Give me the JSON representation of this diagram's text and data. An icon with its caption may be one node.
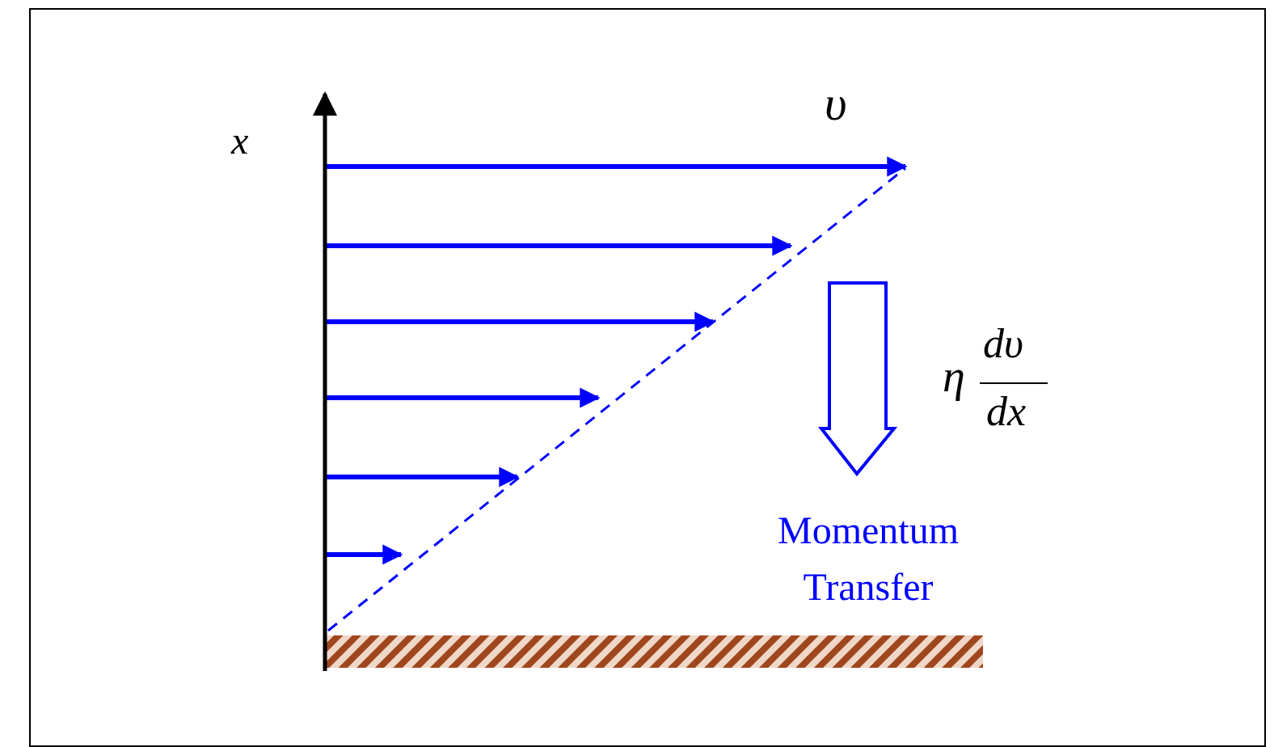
{
  "diagram": {
    "nodes": [
      {
        "text": [],
        "shape": "bar"
      }
    ],
    "labels": [
      "υ",
      "x",
      "η",
      "dυ",
      "dx",
      "Momentum Transfer"
    ]
  }
}
